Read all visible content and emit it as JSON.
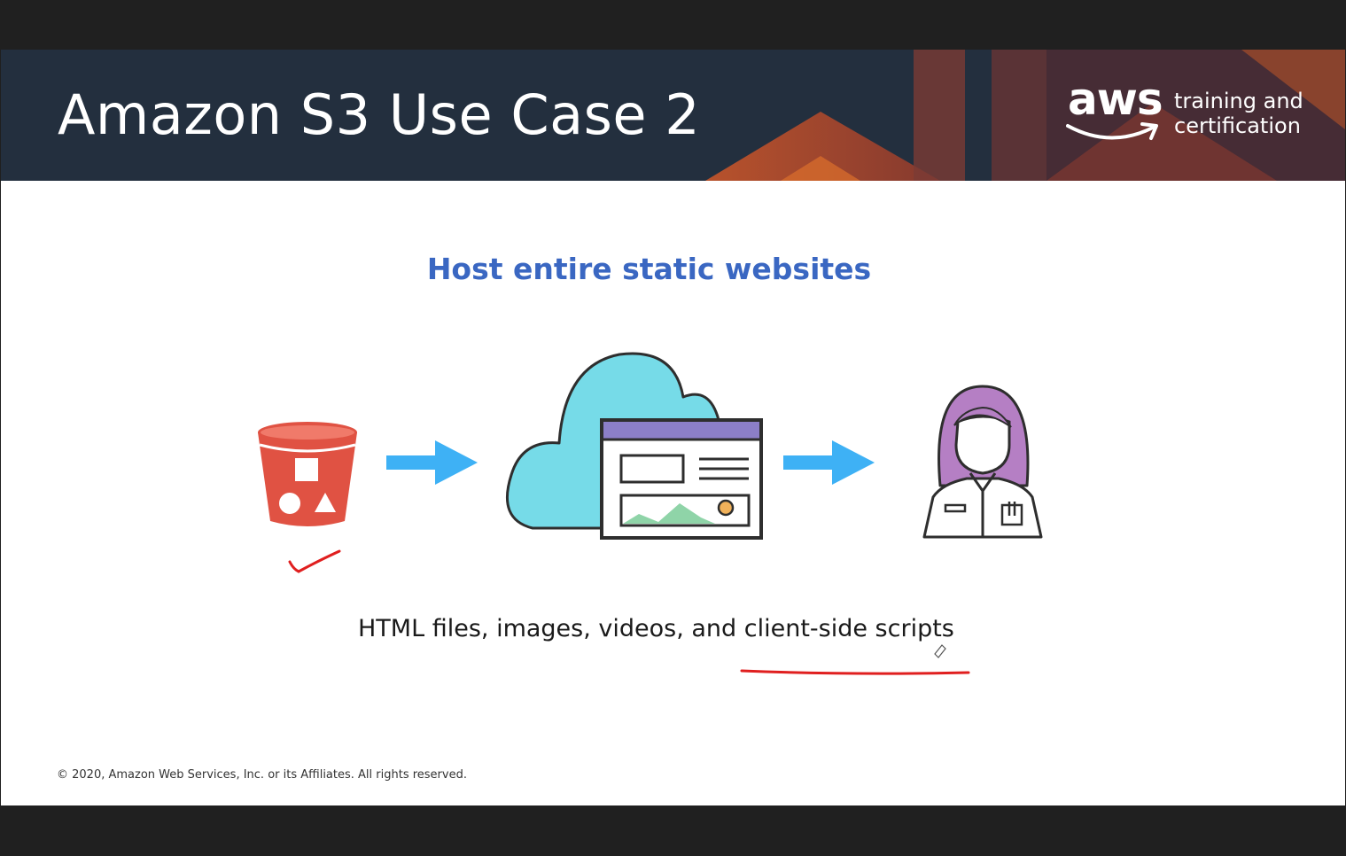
{
  "slide": {
    "title": "Amazon S3 Use Case 2",
    "subtitle": "Host entire static websites",
    "caption": "HTML files, images, videos, and client-side scripts",
    "copyright": "© 2020, Amazon Web Services, Inc. or its Affiliates. All rights reserved."
  },
  "brand": {
    "logo_text": "aws",
    "line1": "training and",
    "line2": "certification"
  },
  "icons": [
    "s3-bucket-icon",
    "arrow-right-icon",
    "cloud-website-icon",
    "arrow-right-icon",
    "user-icon"
  ],
  "annotations": [
    "checkmark",
    "underline"
  ],
  "colors": {
    "header_bg": "#232f3e",
    "subtitle": "#3a67c2",
    "bucket": "#e05243",
    "arrow": "#3eb1f5",
    "cloud": "#76dbe8",
    "browser_bar": "#8c7fc8",
    "hair": "#b57fc4",
    "ink": "#e01f1f"
  }
}
